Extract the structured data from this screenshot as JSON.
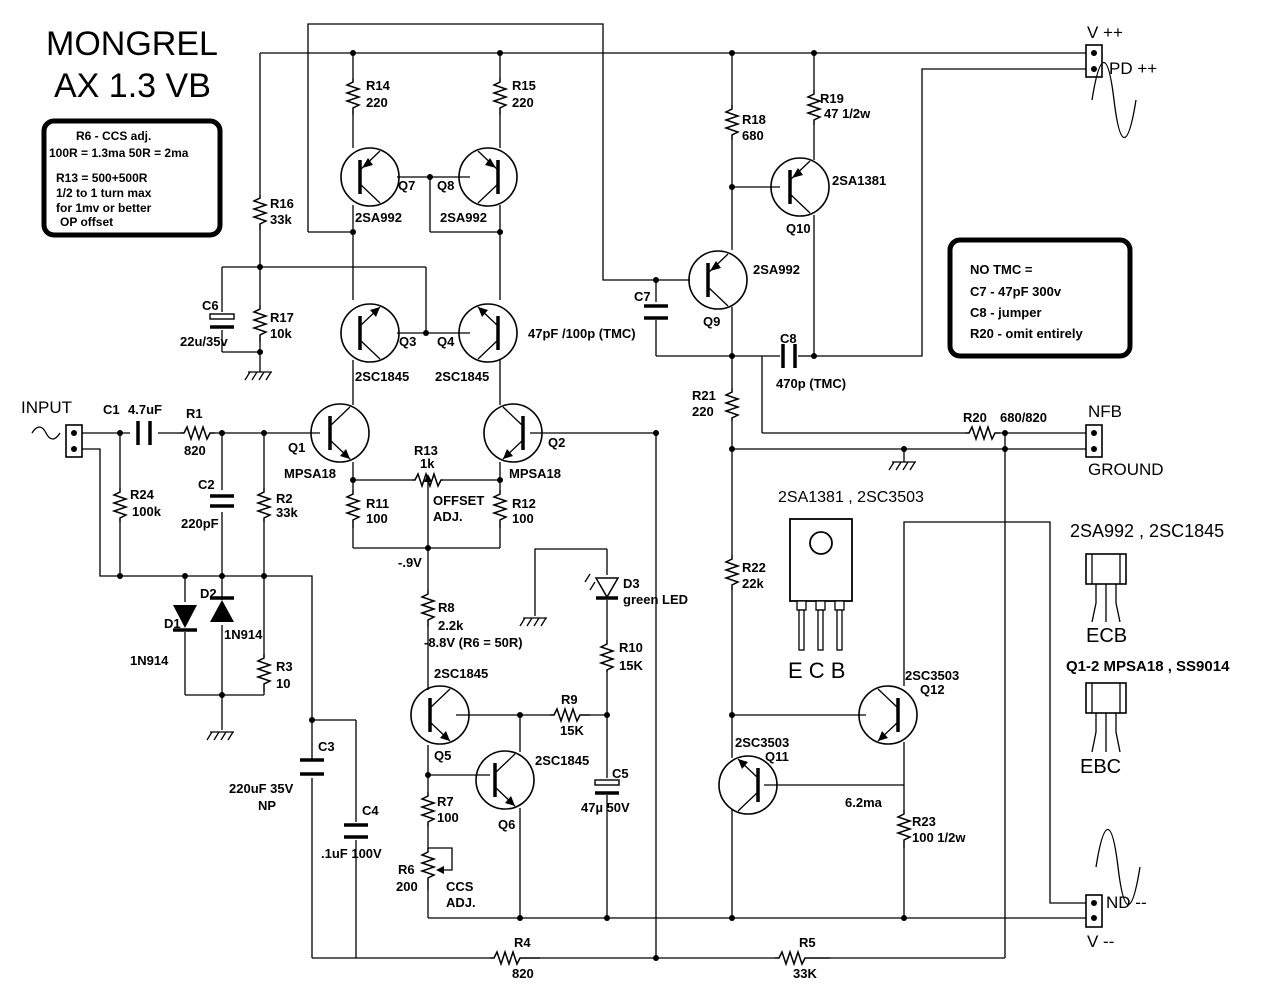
{
  "title": {
    "line1": "MONGREL",
    "line2": "AX 1.3 VB"
  },
  "notes_box1": [
    "R6 - CCS adj.",
    "100R = 1.3ma 50R = 2ma",
    "R13 = 500+500R",
    "1/2 to 1 turn max",
    "for 1mv or better",
    "OP offset"
  ],
  "notes_box2": [
    "NO TMC =",
    "C7 - 47pF 300v",
    "C8 - jumper",
    "R20 - omit entirely"
  ],
  "connectors": {
    "vpp": "V ++",
    "pdpp": "PD  ++",
    "input": "INPUT",
    "nfb": "NFB",
    "ground": "GROUND",
    "ndmm": "ND --",
    "vmm": "V --"
  },
  "resistors": {
    "R14": [
      "R14",
      "220"
    ],
    "R15": [
      "R15",
      "220"
    ],
    "R16": [
      "R16",
      "33k"
    ],
    "R17": [
      "R17",
      "10k"
    ],
    "R18": [
      "R18",
      "680"
    ],
    "R19": [
      "R19",
      "47 1/2w"
    ],
    "R1": [
      "R1",
      "820"
    ],
    "R24": [
      "R24",
      "100k"
    ],
    "R2": [
      "R2",
      "33k"
    ],
    "R3": [
      "R3",
      "10"
    ],
    "R13": [
      "R13",
      "1k"
    ],
    "R11": [
      "R11",
      "100"
    ],
    "R12": [
      "R12",
      "100"
    ],
    "R8": [
      "R8",
      "2.2k"
    ],
    "R21": [
      "R21",
      "220"
    ],
    "R20": [
      "R20",
      "680/820"
    ],
    "R22": [
      "R22",
      "22k"
    ],
    "R10": [
      "R10",
      "15K"
    ],
    "R9": [
      "R9",
      "15K"
    ],
    "R7": [
      "R7",
      "100"
    ],
    "R6": [
      "R6",
      "200"
    ],
    "R23": [
      "R23",
      "100 1/2w"
    ],
    "R4": [
      "R4",
      "820"
    ],
    "R5": [
      "R5",
      "33K"
    ]
  },
  "capacitors": {
    "C6": [
      "C6",
      "22u/35v"
    ],
    "C7": [
      "C7",
      "47pF /100p (TMC)"
    ],
    "C8": [
      "C8",
      "470p (TMC)"
    ],
    "C1": [
      "C1",
      "4.7uF"
    ],
    "C2": [
      "C2",
      "220pF"
    ],
    "C3": [
      "C3",
      "220uF 35V",
      "NP"
    ],
    "C4": [
      "C4",
      ".1uF 100V"
    ],
    "C5": [
      "C5",
      "47µ 50V"
    ]
  },
  "transistors": {
    "Q7": [
      "Q7",
      "2SA992"
    ],
    "Q8": [
      "Q8",
      "2SA992"
    ],
    "Q3": [
      "Q3",
      "2SC1845"
    ],
    "Q4": [
      "Q4",
      "2SC1845"
    ],
    "Q1": [
      "Q1",
      "MPSA18"
    ],
    "Q2": [
      "Q2",
      "MPSA18"
    ],
    "Q9": [
      "Q9",
      "2SA992"
    ],
    "Q10": [
      "Q10",
      "2SA1381"
    ],
    "Q5": [
      "Q5",
      "2SC1845"
    ],
    "Q6": [
      "Q6",
      "2SC1845"
    ],
    "Q11": [
      "Q11",
      "2SC3503"
    ],
    "Q12": [
      "Q12",
      "2SC3503"
    ]
  },
  "diodes": {
    "D1": [
      "D1",
      "1N914"
    ],
    "D2": [
      "D2",
      "1N914"
    ],
    "D3": [
      "D3",
      "green LED"
    ]
  },
  "annotations": {
    "offset": [
      "OFFSET",
      "ADJ."
    ],
    "ccs": [
      "CCS",
      "ADJ."
    ],
    "v09": "-.9V",
    "v88": "-8.8V (R6 = 50R)",
    "ma62": "6.2ma"
  },
  "pinouts": {
    "to126_title": "2SA1381 , 2SC3503",
    "to126_pins": "E C B",
    "to92_title": "2SA992 , 2SC1845",
    "to92_pins": "ECB",
    "to92b_title": "Q1-2 MPSA18 , SS9014",
    "to92b_pins": "EBC"
  }
}
